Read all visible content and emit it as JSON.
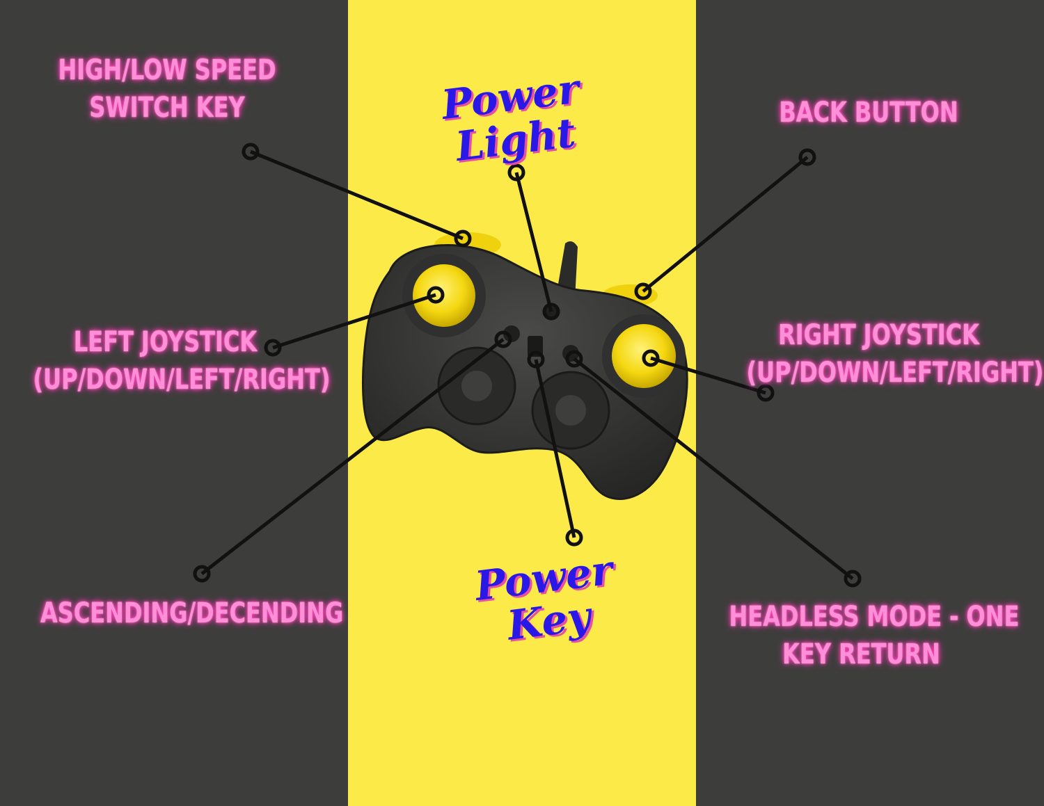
{
  "colors": {
    "panel_dark": "#3d3d3b",
    "panel_yellow": "#fcea48",
    "label_pink": "#ff8fd6",
    "label_glow": "#ff3fb8",
    "script_blue": "#2a19e6",
    "script_shadow": "#e84fa0",
    "leader_line": "#111111",
    "controller_body": "#2f2f2e",
    "joystick_yellow": "#f5d812"
  },
  "labels": {
    "speed_switch": [
      "HIGH/LOW SPEED",
      "SWITCH KEY"
    ],
    "back_button": [
      "BACK BUTTON"
    ],
    "left_joystick": [
      "LEFT JOYSTICK",
      "(UP/DOWN/LEFT/RIGHT)"
    ],
    "right_joystick": [
      "RIGHT JOYSTICK",
      "(UP/DOWN/LEFT/RIGHT)"
    ],
    "ascending": [
      "ASCENDING/DECENDING"
    ],
    "headless_mode": [
      "HEADLESS MODE - ONE",
      "KEY RETURN"
    ]
  },
  "script_labels": {
    "power_light": [
      "Power",
      "Light"
    ],
    "power_key": [
      "Power",
      "Key"
    ]
  },
  "icons": {
    "controller": "gamepad-icon"
  }
}
